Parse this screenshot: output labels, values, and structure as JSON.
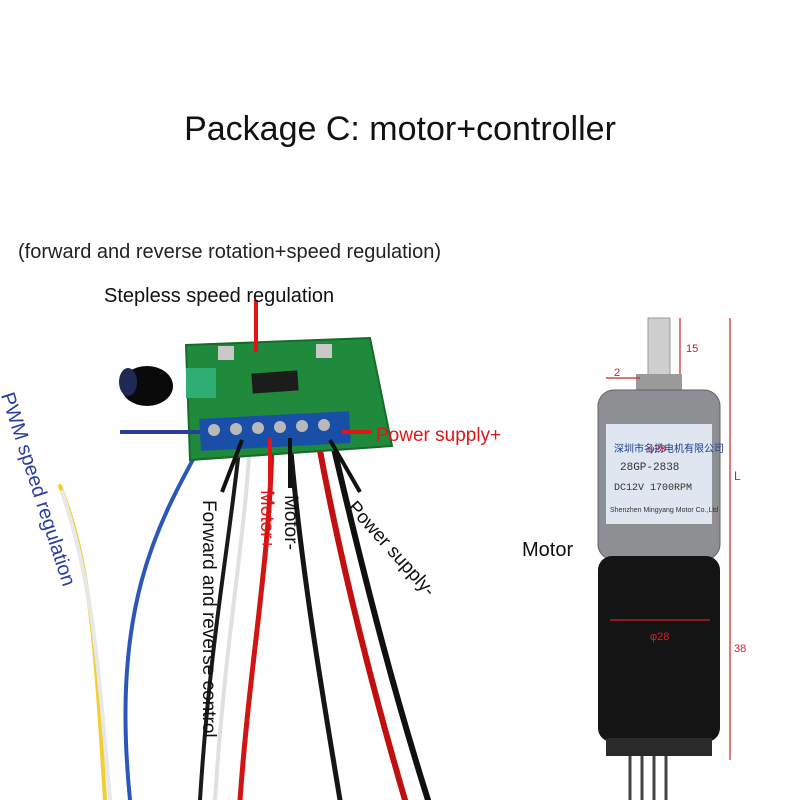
{
  "title": "Package C: motor+controller",
  "subtitle": "(forward and reverse rotation+speed regulation)",
  "labels": {
    "stepless": "Stepless speed regulation",
    "pwm": "PWM speed regulation",
    "power_plus": "Power supply+",
    "power_minus": "Power supply-",
    "motor_minus": "Motor-",
    "motor_plus": "Motor+",
    "forward_reverse": "Forward and reverse control",
    "motor": "Motor"
  },
  "motor_specs": {
    "brand": "深圳市名扬电机有限公司",
    "model": "28GP-2838",
    "rating": "DC12V 1700RPM",
    "maker": "Shenzhen Mingyang Motor Co.,Ltd",
    "dim_shaft_len": "15",
    "dim_shaft_step": "2",
    "dim_gear_dia": "φ28",
    "dim_motor_dia": "φ28",
    "dim_motor_len": "38",
    "dim_total": "L"
  },
  "colors": {
    "accent_red": "#e01515",
    "pwm_blue": "#2b3e9e",
    "pcb_green": "#1f8a3c",
    "terminal_blue": "#1a4fa8"
  }
}
